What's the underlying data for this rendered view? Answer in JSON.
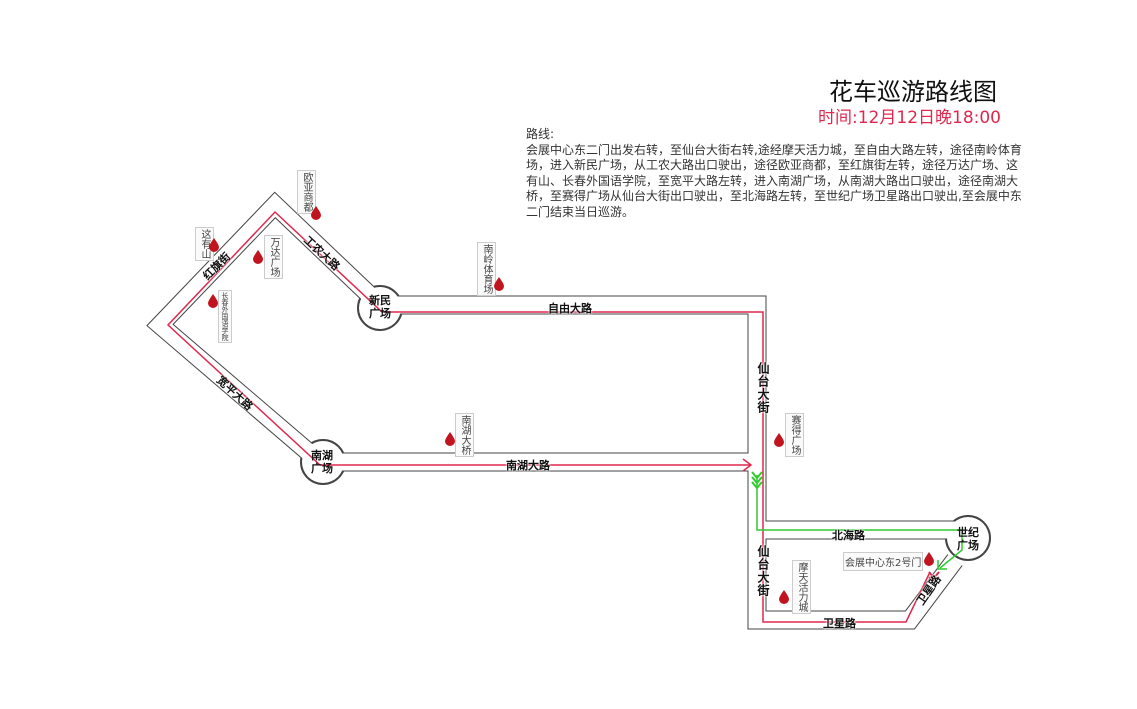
{
  "title": "花车巡游路线图",
  "time": "时间:12月12日晚18:00",
  "route_label": "路线:",
  "route_text": "会展中心东二门出发右转，至仙台大街右转,途经摩天活力城，至自由大路左转，途径南岭体育场，进入新民广场，从工农大路出口驶出，途径欧亚商都，至红旗街左转，途径万达广场、这有山、长春外国语学院，至宽平大路左转，进入南湖广场，从南湖大路出口驶出，途径南湖大桥，至赛得广场从仙台大街出口驶出，至北海路左转，至世纪广场卫星路出口驶出,至会展中东二门结束当日巡游。",
  "roads": {
    "ziyou": "自由大路",
    "gongnong": "工农大路",
    "hongqi": "红旗街",
    "kuanping": "宽平大路",
    "nanhu": "南湖大路",
    "xiantai1": "仙台大街",
    "xiantai2": "仙台大街",
    "beihai": "北海路",
    "weixing1": "卫星路",
    "weixing2": "卫星路"
  },
  "plazas": {
    "xinmin": "新民广场",
    "nanhu": "南湖广场",
    "shiji": "世纪广场"
  },
  "pois": {
    "ouya": "欧亚商都",
    "zheyoushan": "这有山",
    "wanda": "万达广场",
    "waiguoyu": "长春外国语学院",
    "nanling": "南岭体育场",
    "nanhudaqiao": "南湖大桥",
    "saide": "赛得广场",
    "motian": "摩天活力城",
    "huizhan": "会展中心东2号门"
  },
  "colors": {
    "route": "#e0284f",
    "return": "#2ecc2e",
    "pin": "#c0141e"
  }
}
